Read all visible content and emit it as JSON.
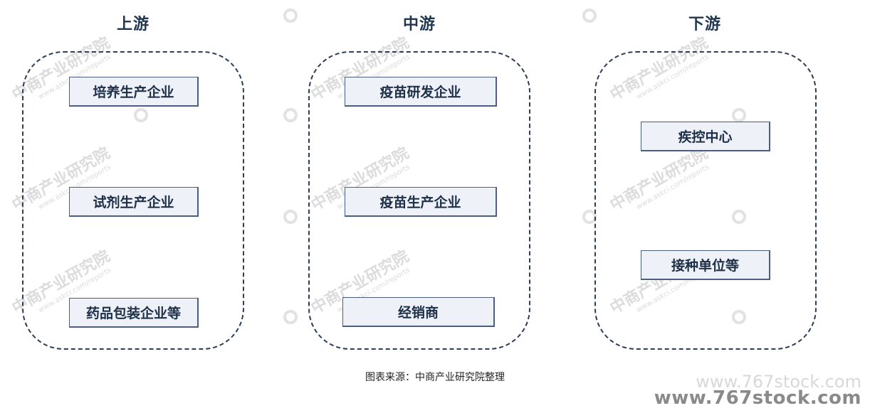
{
  "columns": [
    {
      "title": "上游",
      "nodes": [
        "培养生产企业",
        "试剂生产企业",
        "药品包装企业等"
      ]
    },
    {
      "title": "中游",
      "nodes": [
        "疫苗研发企业",
        "疫苗生产企业",
        "经销商"
      ]
    },
    {
      "title": "下游",
      "nodes": [
        "疾控中心",
        "接种单位等"
      ]
    }
  ],
  "source": "图表来源：中商产业研究院整理",
  "watermark": {
    "org": "中商产业研究院",
    "url": "www.askci.com/reports"
  },
  "site_mark": "www.767stock.com",
  "colors": {
    "border": "#2c3e5a",
    "node_fill": "#eef1f7",
    "title": "#1f3550"
  }
}
